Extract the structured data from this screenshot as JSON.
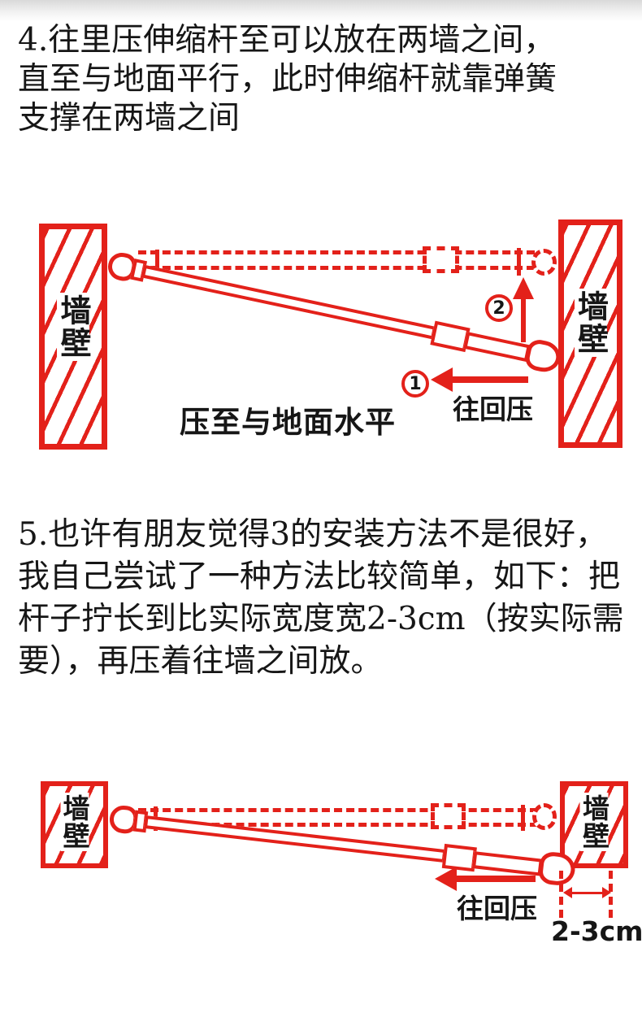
{
  "colors": {
    "red": "#e3211a",
    "ink": "#161616",
    "bg": "#ffffff"
  },
  "step4": {
    "lines": [
      "4.往里压伸缩杆至可以放在两墙之间，",
      "直至与地面平行，此时伸缩杆就靠弹簧",
      "支撑在两墙之间"
    ]
  },
  "step5": {
    "lines": [
      "5.也许有朋友觉得3的安装方法不是很好，",
      "我自己尝试了一种方法比较简单，如下：把",
      "杆子拧长到比实际宽度宽2-3cm（按实际需",
      "要），再压着往墙之间放。"
    ]
  },
  "diagram1": {
    "wall_label": "墙壁",
    "caption": "压至与地面水平",
    "push_label": "往回压",
    "marker1": "1",
    "marker2": "2"
  },
  "diagram2": {
    "wall_label": "墙壁",
    "push_label": "往回压",
    "dimension_label": "2-3cm"
  }
}
